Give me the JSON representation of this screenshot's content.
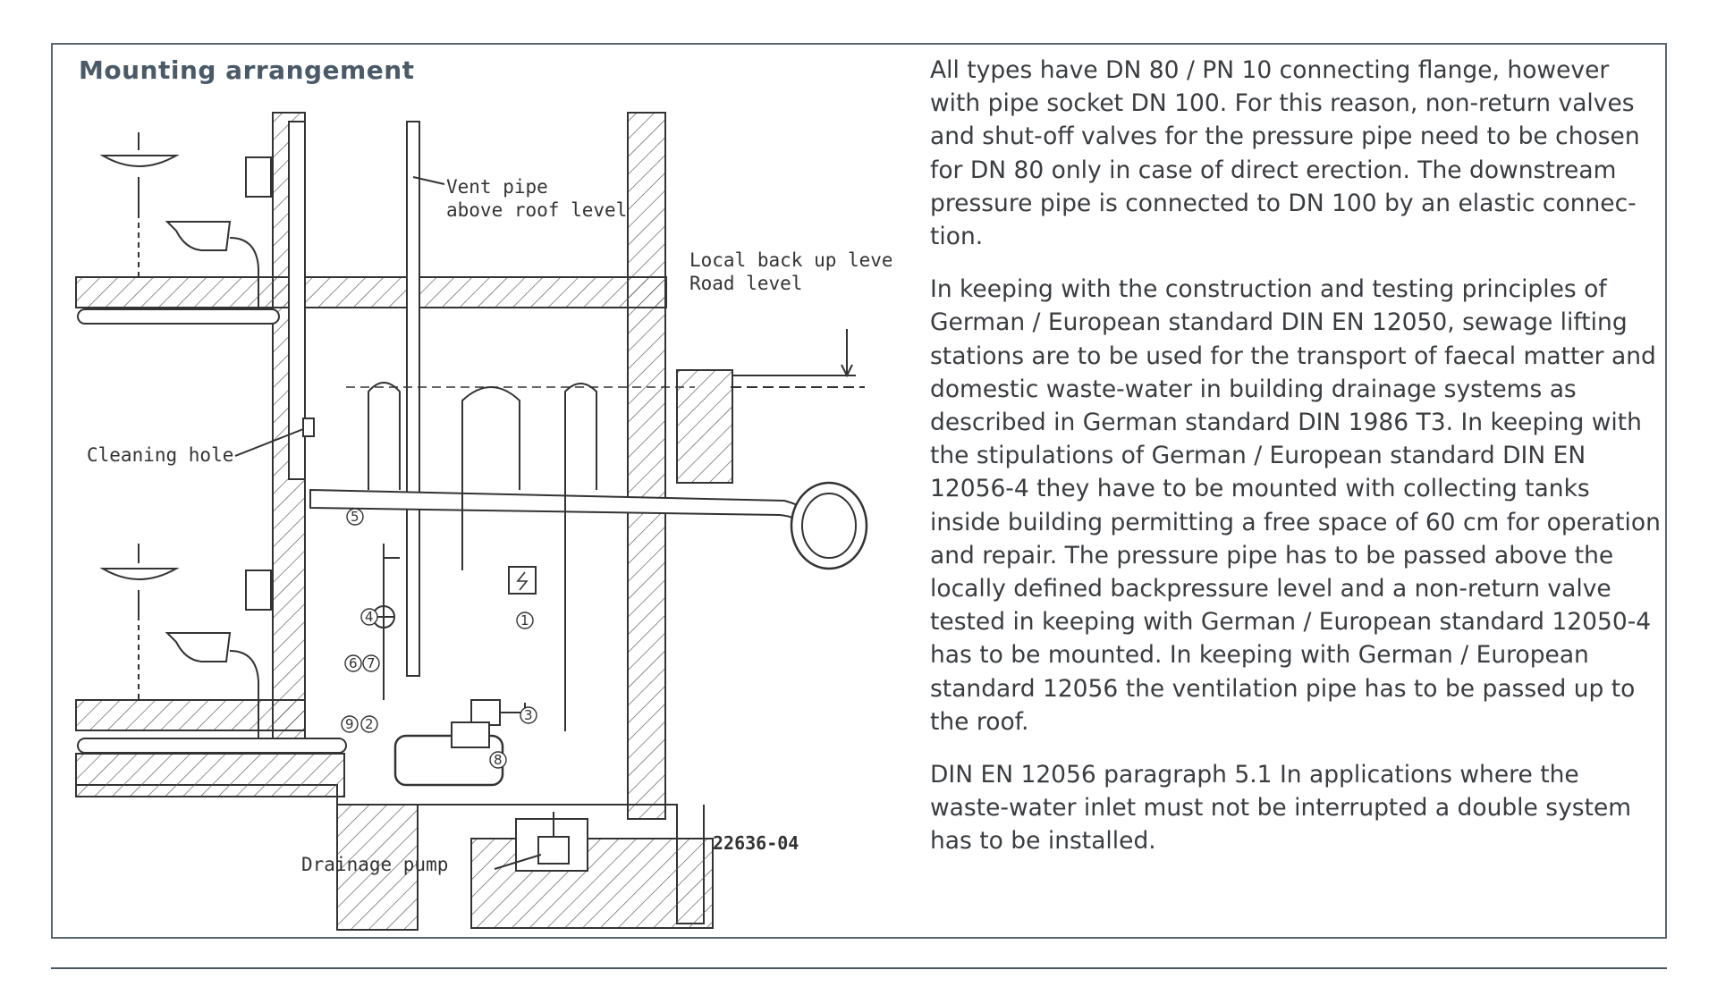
{
  "title": "Mounting arrangement",
  "diagram": {
    "labels": {
      "vent_pipe_1": "Vent pipe",
      "vent_pipe_2": "above roof level",
      "local_backup": "Local back up level",
      "road_level": "Road level",
      "cleaning_hole": "Cleaning hole",
      "drainage_pump": "Drainage pump",
      "drawing_code": "22636-04"
    },
    "markers": {
      "m1": "1",
      "m2": "2",
      "m3": "3",
      "m4": "4",
      "m5": "5",
      "m6": "6",
      "m7": "7",
      "m8": "8",
      "m9": "9"
    },
    "icons": [
      "washbasin-icon",
      "toilet-icon",
      "electrical-hazard-icon",
      "valve-icon",
      "pump-icon"
    ]
  },
  "body": {
    "p1": "All types have DN 80 / PN 10 connecting flange, however with pipe socket DN 100. For this reason, non-return valves and shut-off valves for the pressure pipe need to be chosen for DN 80 only in case of direct erection. The downstream pressure pipe is connected to DN 100 by an elastic connec-tion.",
    "p2": "In keeping with the construction and testing principles of German / European standard DIN EN 12050, sewage lifting stations are to be used for the transport of faecal matter and domestic waste-water in building drainage systems as described in German standard DIN 1986 T3. In keeping with the stipulations of German / European standard DIN EN 12056-4 they have to be mounted with collecting tanks inside building permitting a free space of 60 cm for operation and repair. The pressure pipe has to be passed above the locally defined backpressure level and a non-return valve tested in keeping with German / European standard 12050-4 has to be mounted. In keeping with German / European standard 12056 the ventilation pipe has to be passed up to the roof.",
    "p3": "DIN EN 12056 paragraph 5.1 In applications where the waste-water inlet must not be interrupted a double system has to be installed."
  }
}
